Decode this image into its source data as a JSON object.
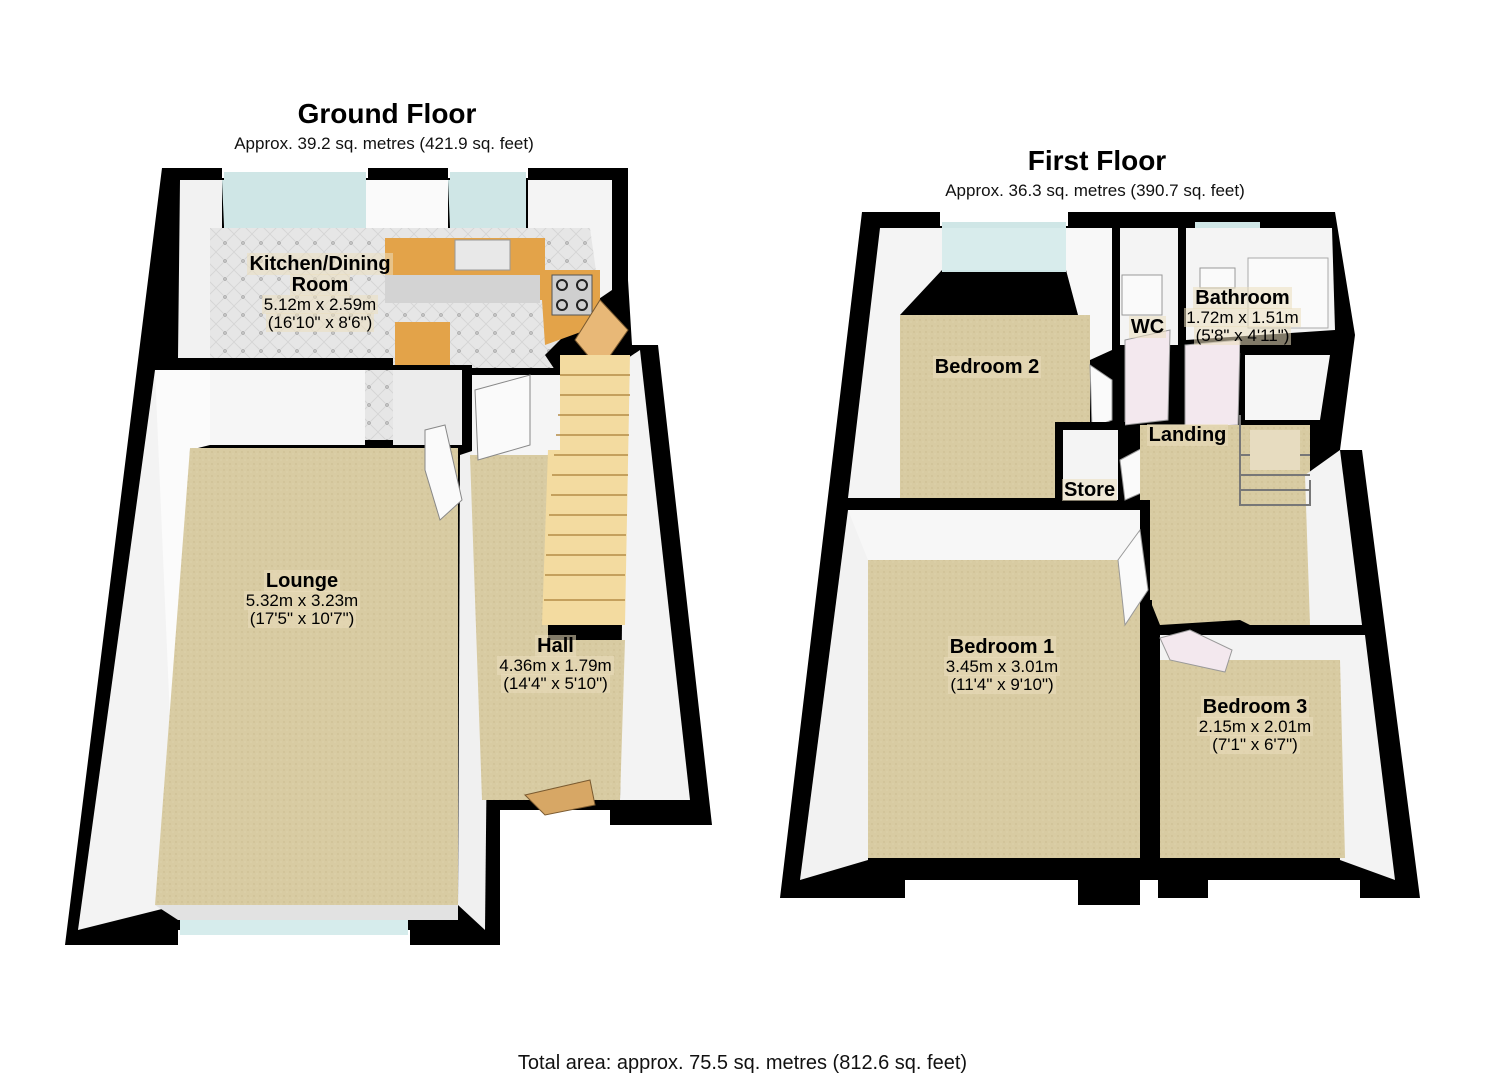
{
  "ground_floor": {
    "title": "Ground Floor",
    "area": "Approx. 39.2 sq. metres (421.9 sq. feet)",
    "rooms": {
      "kitchen": {
        "name": "Kitchen/Dining Room",
        "name_line1": "Kitchen/Dining",
        "name_line2": "Room",
        "metric": "5.12m x 2.59m",
        "imperial": "(16'10\" x 8'6\")"
      },
      "lounge": {
        "name": "Lounge",
        "metric": "5.32m x 3.23m",
        "imperial": "(17'5\" x 10'7\")"
      },
      "hall": {
        "name": "Hall",
        "metric": "4.36m x 1.79m",
        "imperial": "(14'4\" x 5'10\")"
      }
    }
  },
  "first_floor": {
    "title": "First Floor",
    "area": "Approx. 36.3 sq. metres (390.7 sq. feet)",
    "rooms": {
      "bedroom2": {
        "name": "Bedroom 2"
      },
      "wc": {
        "name": "WC"
      },
      "bathroom": {
        "name": "Bathroom",
        "metric": "1.72m x 1.51m",
        "imperial": "(5'8\" x 4'11\")"
      },
      "landing": {
        "name": "Landing"
      },
      "store": {
        "name": "Store"
      },
      "bedroom1": {
        "name": "Bedroom 1",
        "metric": "3.45m x 3.01m",
        "imperial": "(11'4\" x 9'10\")"
      },
      "bedroom3": {
        "name": "Bedroom 3",
        "metric": "2.15m x 2.01m",
        "imperial": "(7'1\" x 6'7\")"
      }
    }
  },
  "total_area": "Total area: approx. 75.5 sq. metres (812.6 sq. feet)",
  "colors": {
    "wall": "#000000",
    "wall_face": "#f4f4f4",
    "carpet": "#d6c89f",
    "tile": "#e4e4e4",
    "worktop": "#e0a04a",
    "window": "#cfe6e6",
    "stair": "#f0d89c"
  }
}
